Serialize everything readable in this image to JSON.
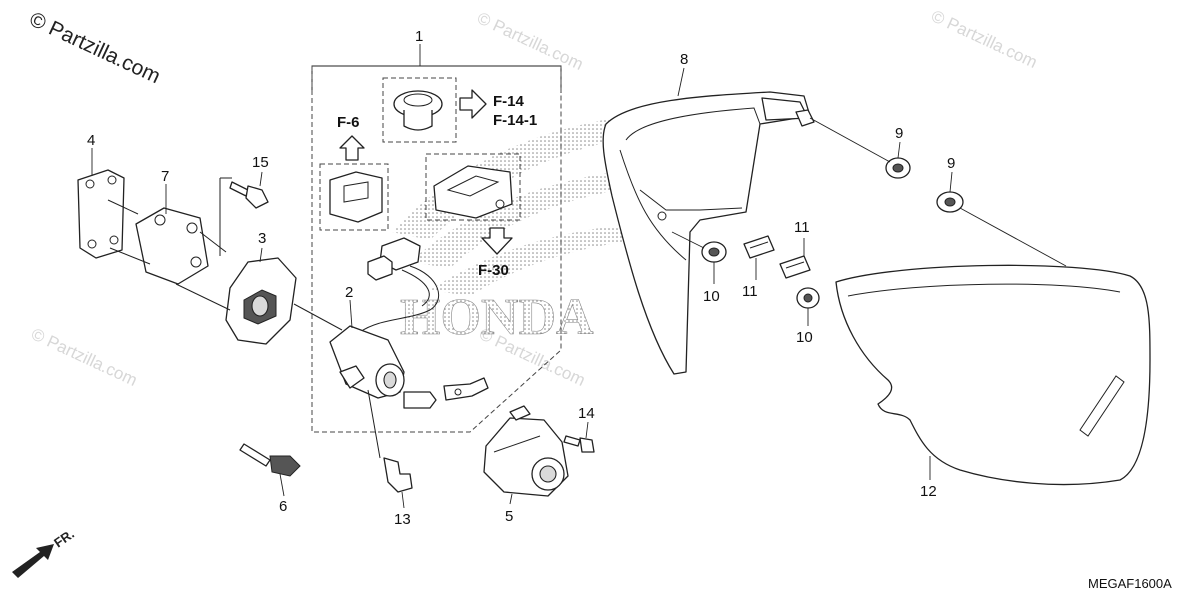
{
  "watermark": {
    "main": "© Partzilla.com",
    "faint": "© Partzilla.com"
  },
  "callouts": {
    "p1": "1",
    "p2": "2",
    "p3": "3",
    "p4": "4",
    "p5": "5",
    "p6": "6",
    "p7": "7",
    "p8": "8",
    "p9a": "9",
    "p9b": "9",
    "p10a": "10",
    "p10b": "10",
    "p11a": "11",
    "p11b": "11",
    "p12": "12",
    "p13": "13",
    "p14": "14",
    "p15": "15"
  },
  "references": {
    "f6": "F-6",
    "f14": "F-14",
    "f14_1": "F-14-1",
    "f30": "F-30"
  },
  "brand_mark": "HONDA",
  "front_marker": "FR.",
  "diagram_code": "MEGAF1600A"
}
